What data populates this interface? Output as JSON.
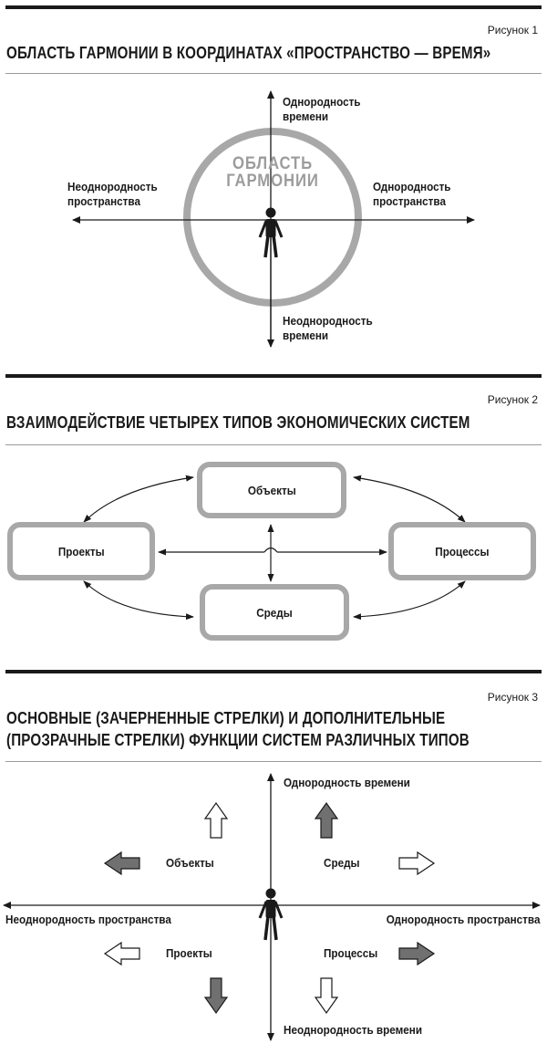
{
  "fig1": {
    "number": "Рисунок 1",
    "title": "ОБЛАСТЬ ГАРМОНИИ В КООРДИНАТАХ «ПРОСТРАНСТВО — ВРЕМЯ»",
    "circle_label_line1": "ОБЛАСТЬ",
    "circle_label_line2": "ГАРМОНИИ",
    "top_label_line1": "Однородность",
    "top_label_line2": "времени",
    "bottom_label_line1": "Неоднородность",
    "bottom_label_line2": "времени",
    "left_label_line1": "Неоднородность",
    "left_label_line2": "пространства",
    "right_label_line1": "Однородность",
    "right_label_line2": "пространства"
  },
  "fig2": {
    "number": "Рисунок 2",
    "title": "ВЗАИМОДЕЙСТВИЕ ЧЕТЫРЕХ ТИПОВ ЭКОНОМИЧЕСКИХ СИСТЕМ",
    "nodes": {
      "top": "Объекты",
      "left": "Проекты",
      "right": "Процессы",
      "bottom": "Среды"
    }
  },
  "fig3": {
    "number": "Рисунок 3",
    "title_line1": "ОСНОВНЫЕ (ЗАЧЕРНЕННЫЕ СТРЕЛКИ) И ДОПОЛНИТЕЛЬНЫЕ",
    "title_line2": "(ПРОЗРАЧНЫЕ СТРЕЛКИ) ФУНКЦИИ СИСТЕМ РАЗЛИЧНЫХ ТИПОВ",
    "axis_top": "Однородность времени",
    "axis_bottom": "Неоднородность времени",
    "axis_left": "Неоднородность пространства",
    "axis_right": "Однородность пространства",
    "quadrants": {
      "top_left": "Объекты",
      "top_right": "Среды",
      "bottom_left": "Проекты",
      "bottom_right": "Процессы"
    }
  },
  "colors": {
    "ink": "#1a1a1a",
    "gray_ring": "#a8a8a8",
    "solid_arrow": "#707070",
    "hollow_arrow": "#ffffff"
  }
}
